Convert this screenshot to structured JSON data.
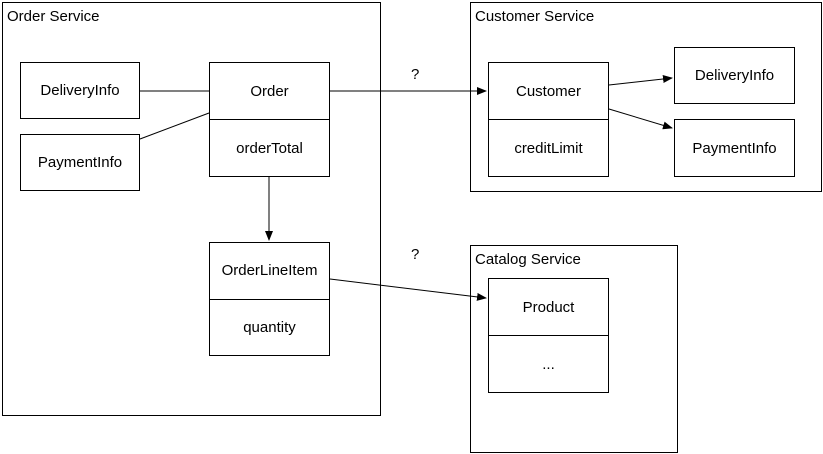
{
  "services": {
    "order": {
      "title": "Order Service",
      "delivery_info": "DeliveryInfo",
      "payment_info": "PaymentInfo",
      "order": {
        "name": "Order",
        "attribute": "orderTotal"
      },
      "order_line_item": {
        "name": "OrderLineItem",
        "attribute": "quantity"
      }
    },
    "customer": {
      "title": "Customer Service",
      "customer": {
        "name": "Customer",
        "attribute": "creditLimit"
      },
      "delivery_info": "DeliveryInfo",
      "payment_info": "PaymentInfo"
    },
    "catalog": {
      "title": "Catalog Service",
      "product": {
        "name": "Product",
        "attribute": "..."
      }
    }
  },
  "links": {
    "order_to_customer_label": "?",
    "line_item_to_product_label": "?"
  }
}
